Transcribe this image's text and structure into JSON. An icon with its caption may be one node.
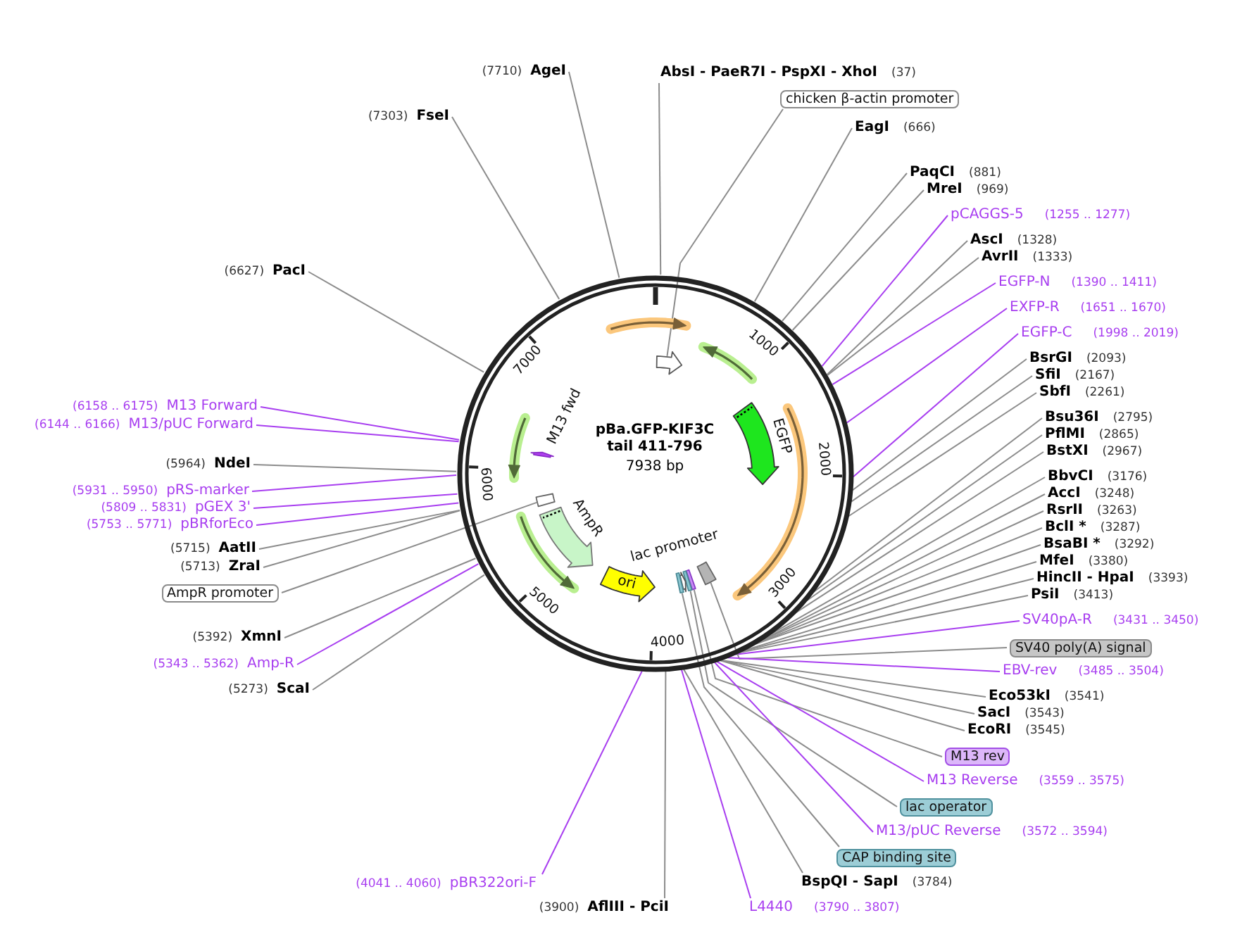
{
  "diagram": {
    "nodes": [
      {
        "text": [
          "pBa.GFP-KIF3C tail 411-796",
          "7938 bp"
        ]
      },
      {
        "text": [
          "AbsI - PaeR7I - PspXI - XhoI",
          "(37)"
        ]
      },
      {
        "text": [
          "chicken β-actin promoter"
        ]
      },
      {
        "text": [
          "EagI",
          "(666)"
        ]
      },
      {
        "text": [
          "PaqCI",
          "(881)"
        ]
      },
      {
        "text": [
          "MreI",
          "(969)"
        ]
      },
      {
        "text": [
          "pCAGGS-5",
          "(1255 .. 1277)"
        ]
      },
      {
        "text": [
          "AscI",
          "(1328)"
        ]
      },
      {
        "text": [
          "AvrII",
          "(1333)"
        ]
      },
      {
        "text": [
          "EGFP-N",
          "(1390 .. 1411)"
        ]
      },
      {
        "text": [
          "EXFP-R",
          "(1651 .. 1670)"
        ]
      },
      {
        "text": [
          "EGFP-C",
          "(1998 .. 2019)"
        ]
      },
      {
        "text": [
          "BsrGI",
          "(2093)"
        ]
      },
      {
        "text": [
          "SfiI",
          "(2167)"
        ]
      },
      {
        "text": [
          "SbfI",
          "(2261)"
        ]
      },
      {
        "text": [
          "Bsu36I",
          "(2795)"
        ]
      },
      {
        "text": [
          "PflMI",
          "(2865)"
        ]
      },
      {
        "text": [
          "BstXI",
          "(2967)"
        ]
      },
      {
        "text": [
          "BbvCI",
          "(3176)"
        ]
      },
      {
        "text": [
          "AccI",
          "(3248)"
        ]
      },
      {
        "text": [
          "RsrII",
          "(3263)"
        ]
      },
      {
        "text": [
          "BclI *",
          "(3287)"
        ]
      },
      {
        "text": [
          "BsaBI *",
          "(3292)"
        ]
      },
      {
        "text": [
          "MfeI",
          "(3380)"
        ]
      },
      {
        "text": [
          "HincII - HpaI",
          "(3393)"
        ]
      },
      {
        "text": [
          "PsiI",
          "(3413)"
        ]
      },
      {
        "text": [
          "SV40pA-R",
          "(3431 .. 3450)"
        ]
      },
      {
        "text": [
          "SV40 poly(A) signal"
        ]
      },
      {
        "text": [
          "EBV-rev",
          "(3485 .. 3504)"
        ]
      },
      {
        "text": [
          "Eco53kI",
          "(3541)"
        ]
      },
      {
        "text": [
          "SacI",
          "(3543)"
        ]
      },
      {
        "text": [
          "EcoRI",
          "(3545)"
        ]
      },
      {
        "text": [
          "M13 rev"
        ]
      },
      {
        "text": [
          "M13 Reverse",
          "(3559 .. 3575)"
        ]
      },
      {
        "text": [
          "lac operator"
        ]
      },
      {
        "text": [
          "M13/pUC Reverse",
          "(3572 .. 3594)"
        ]
      },
      {
        "text": [
          "CAP binding site"
        ]
      },
      {
        "text": [
          "BspQI - SapI",
          "(3784)"
        ]
      },
      {
        "text": [
          "L4440",
          "(3790 .. 3807)"
        ]
      },
      {
        "text": [
          "(3900)",
          "AflIII - PciI"
        ]
      },
      {
        "text": [
          "(4041 .. 4060)",
          "pBR322ori-F"
        ]
      },
      {
        "text": [
          "(5273)",
          "ScaI"
        ]
      },
      {
        "text": [
          "(5343 .. 5362)",
          "Amp-R"
        ]
      },
      {
        "text": [
          "(5392)",
          "XmnI"
        ]
      },
      {
        "text": [
          "AmpR promoter"
        ]
      },
      {
        "text": [
          "(5713)",
          "ZraI"
        ]
      },
      {
        "text": [
          "(5715)",
          "AatII"
        ]
      },
      {
        "text": [
          "(5753 .. 5771)",
          "pBRforEco"
        ]
      },
      {
        "text": [
          "(5809 .. 5831)",
          "pGEX 3'"
        ]
      },
      {
        "text": [
          "(5931 .. 5950)",
          "pRS-marker"
        ]
      },
      {
        "text": [
          "(5964)",
          "NdeI"
        ]
      },
      {
        "text": [
          "(6144 .. 6166)",
          "M13/pUC Forward"
        ]
      },
      {
        "text": [
          "(6158 .. 6175)",
          "M13 Forward"
        ]
      },
      {
        "text": [
          "(6627)",
          "PacI"
        ]
      },
      {
        "text": [
          "(7303)",
          "FseI"
        ]
      },
      {
        "text": [
          "(7710)",
          "AgeI"
        ]
      },
      {
        "text": [],
        "shape": "arrow",
        "in": 0
      },
      {
        "text": [],
        "shape": "arrow",
        "in": 0
      },
      {
        "text": [],
        "shape": "arrow",
        "in": 0
      },
      {
        "text": [],
        "shape": "arrow",
        "beside": [
          "EGFP"
        ],
        "in": 0
      },
      {
        "text": [],
        "shape": "arrow",
        "in": 0
      },
      {
        "text": [],
        "shape": "box",
        "in": 0
      },
      {
        "text": [],
        "shape": "box",
        "in": 0
      },
      {
        "text": [],
        "shape": "box",
        "in": 0
      },
      {
        "text": [],
        "shape": "arrow",
        "in": 0
      },
      {
        "text": [],
        "shape": "box",
        "in": 0
      },
      {
        "text": [
          "ori"
        ],
        "in": 0
      },
      {
        "text": [],
        "shape": "arrow",
        "in": 0
      },
      {
        "text": [],
        "shape": "arrow",
        "beside": [
          "AmpR"
        ],
        "in": 0
      },
      {
        "text": [],
        "shape": "box",
        "in": 0
      },
      {
        "text": [],
        "shape": "arrow",
        "beside": [
          "M13 fwd"
        ],
        "in": 0
      },
      {
        "text": [],
        "shape": "arrow",
        "in": 0
      }
    ],
    "edges": [
      {
        "from": 1,
        "to": 0,
        "arrow": "none"
      },
      {
        "from": 2,
        "to": 57,
        "arrow": "none"
      },
      {
        "from": 3,
        "to": 0,
        "arrow": "none"
      },
      {
        "from": 4,
        "to": 0,
        "arrow": "none"
      },
      {
        "from": 5,
        "to": 0,
        "arrow": "none"
      },
      {
        "from": 6,
        "to": 0,
        "arrow": "none",
        "color": "#a83ef0"
      },
      {
        "from": 7,
        "to": 0,
        "arrow": "none"
      },
      {
        "from": 8,
        "to": 0,
        "arrow": "none"
      },
      {
        "from": 9,
        "to": 0,
        "arrow": "none",
        "color": "#a83ef0"
      },
      {
        "from": 10,
        "to": 0,
        "arrow": "none",
        "color": "#a83ef0"
      },
      {
        "from": 11,
        "to": 0,
        "arrow": "none",
        "color": "#a83ef0"
      },
      {
        "from": 12,
        "to": 0,
        "arrow": "none"
      },
      {
        "from": 13,
        "to": 0,
        "arrow": "none"
      },
      {
        "from": 14,
        "to": 0,
        "arrow": "none"
      },
      {
        "from": 15,
        "to": 0,
        "arrow": "none"
      },
      {
        "from": 16,
        "to": 0,
        "arrow": "none"
      },
      {
        "from": 17,
        "to": 0,
        "arrow": "none"
      },
      {
        "from": 18,
        "to": 0,
        "arrow": "none"
      },
      {
        "from": 19,
        "to": 0,
        "arrow": "none"
      },
      {
        "from": 20,
        "to": 0,
        "arrow": "none"
      },
      {
        "from": 21,
        "to": 0,
        "arrow": "none"
      },
      {
        "from": 22,
        "to": 0,
        "arrow": "none"
      },
      {
        "from": 23,
        "to": 0,
        "arrow": "none"
      },
      {
        "from": 24,
        "to": 0,
        "arrow": "none"
      },
      {
        "from": 25,
        "to": 0,
        "arrow": "none"
      },
      {
        "from": 26,
        "to": 0,
        "arrow": "none",
        "color": "#a83ef0"
      },
      {
        "from": 27,
        "to": 61,
        "arrow": "none"
      },
      {
        "from": 28,
        "to": 0,
        "arrow": "none",
        "color": "#a83ef0"
      },
      {
        "from": 29,
        "to": 0,
        "arrow": "none"
      },
      {
        "from": 30,
        "to": 0,
        "arrow": "none"
      },
      {
        "from": 31,
        "to": 0,
        "arrow": "none"
      },
      {
        "from": 32,
        "to": 62,
        "arrow": "none"
      },
      {
        "from": 33,
        "to": 0,
        "arrow": "none",
        "color": "#a83ef0"
      },
      {
        "from": 34,
        "to": 63,
        "arrow": "none"
      },
      {
        "from": 35,
        "to": 0,
        "arrow": "none",
        "color": "#a83ef0"
      },
      {
        "from": 36,
        "to": 65,
        "arrow": "none"
      },
      {
        "from": 37,
        "to": 0,
        "arrow": "none"
      },
      {
        "from": 38,
        "to": 0,
        "arrow": "none",
        "color": "#a83ef0"
      },
      {
        "from": 39,
        "to": 0,
        "arrow": "none"
      },
      {
        "from": 40,
        "to": 0,
        "arrow": "none",
        "color": "#a83ef0"
      },
      {
        "from": 41,
        "to": 0,
        "arrow": "none"
      },
      {
        "from": 42,
        "to": 0,
        "arrow": "none",
        "color": "#a83ef0"
      },
      {
        "from": 43,
        "to": 0,
        "arrow": "none"
      },
      {
        "from": 44,
        "to": 69,
        "arrow": "none"
      },
      {
        "from": 45,
        "to": 0,
        "arrow": "none"
      },
      {
        "from": 46,
        "to": 0,
        "arrow": "none"
      },
      {
        "from": 47,
        "to": 0,
        "arrow": "none",
        "color": "#a83ef0"
      },
      {
        "from": 48,
        "to": 0,
        "arrow": "none",
        "color": "#a83ef0"
      },
      {
        "from": 49,
        "to": 0,
        "arrow": "none",
        "color": "#a83ef0"
      },
      {
        "from": 50,
        "to": 0,
        "arrow": "none"
      },
      {
        "from": 51,
        "to": 0,
        "arrow": "none",
        "color": "#a83ef0"
      },
      {
        "from": 52,
        "to": 0,
        "arrow": "none",
        "color": "#a83ef0"
      },
      {
        "from": 53,
        "to": 0,
        "arrow": "none"
      },
      {
        "from": 54,
        "to": 0,
        "arrow": "none"
      },
      {
        "from": 55,
        "to": 0,
        "arrow": "none"
      }
    ],
    "labels": [
      "1000",
      "2000",
      "3000",
      "4000",
      "5000",
      "6000",
      "7000",
      "lac promoter"
    ]
  }
}
